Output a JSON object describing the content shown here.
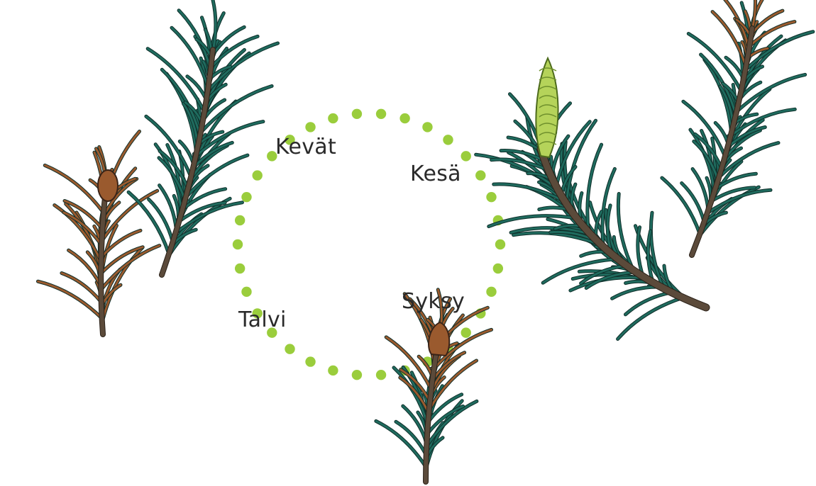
{
  "seasons": {
    "spring": "Kevät",
    "summer": "Kesä",
    "autumn": "Syksy",
    "winter": "Talvi"
  },
  "colors": {
    "cycle_dots": "#9acd3c",
    "needle_green": "#1f6b5e",
    "needle_brown": "#9a5a2e",
    "branch_bark": "#5b4a3a",
    "new_shoot": "#b5d35a",
    "label_text": "#2a2a2a"
  },
  "icons": [
    "pine-branch-illustration",
    "dried-pine-branch-illustration",
    "pine-shoot-illustration"
  ]
}
